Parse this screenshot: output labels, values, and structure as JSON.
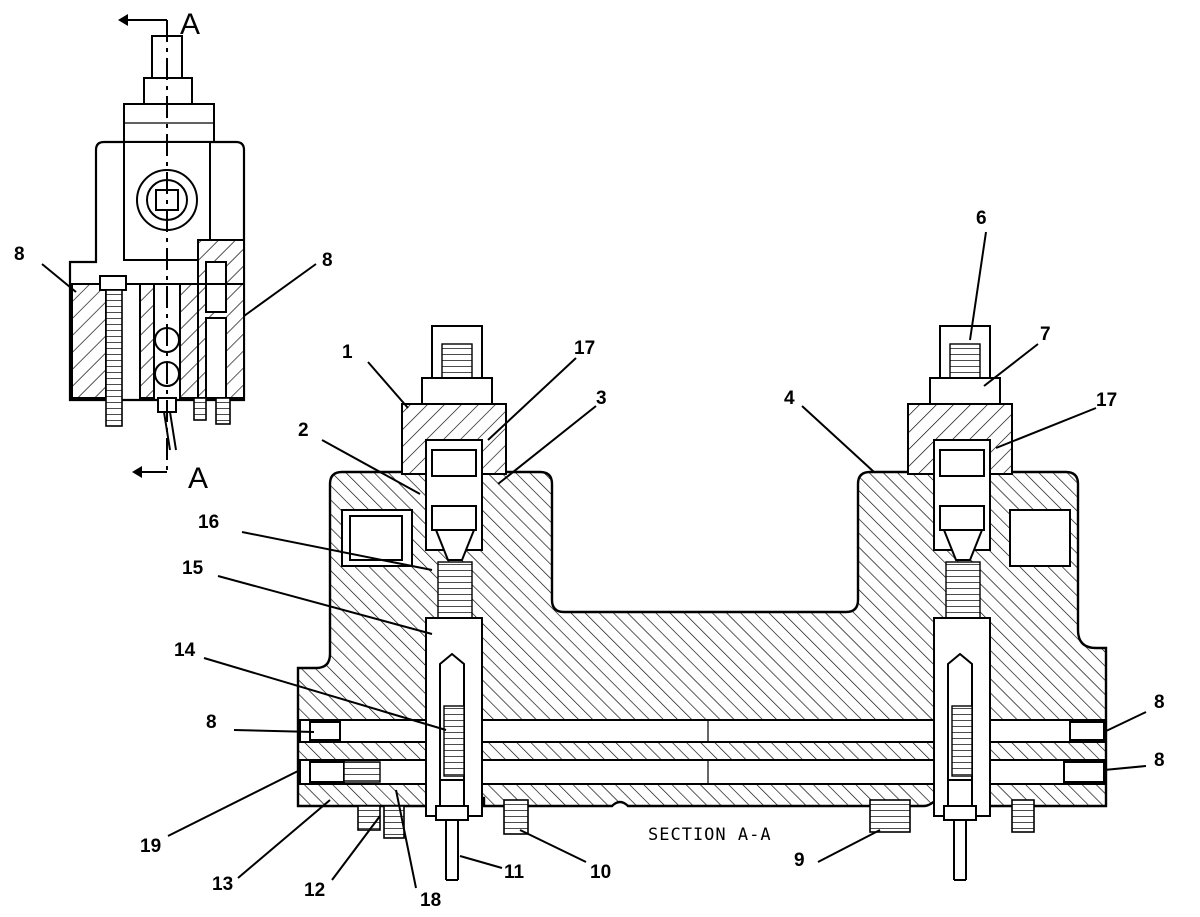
{
  "section_markers": {
    "top": "A",
    "bottom": "A"
  },
  "section_title": "SECTION A-A",
  "callouts": [
    "1",
    "2",
    "3",
    "4",
    "6",
    "7",
    "8",
    "8",
    "8",
    "8",
    "9",
    "10",
    "11",
    "12",
    "13",
    "14",
    "15",
    "16",
    "17",
    "17",
    "18",
    "19"
  ]
}
